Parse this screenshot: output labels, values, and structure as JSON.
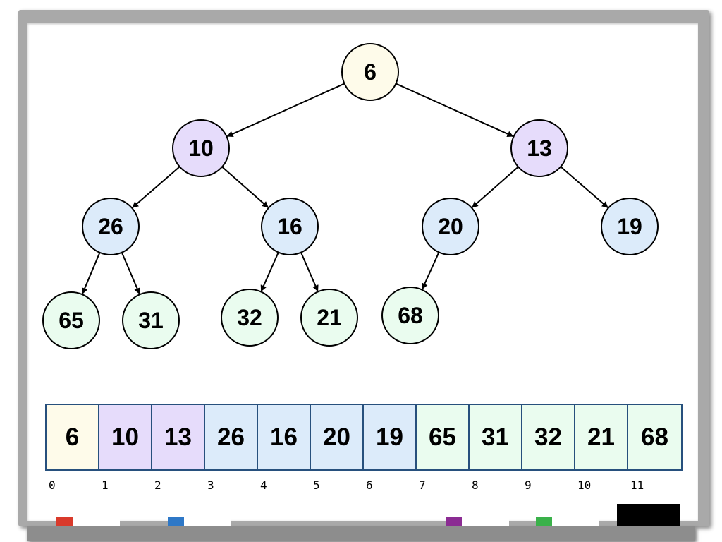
{
  "colors": {
    "root": "#fefbea",
    "level1": "#e6dcfb",
    "level2": "#dcebfa",
    "level3": "#eafcef",
    "node_stroke": "#000000",
    "array_border": "#27507d"
  },
  "tree": {
    "nodes": [
      {
        "id": 0,
        "value": "6",
        "level": 0
      },
      {
        "id": 1,
        "value": "10",
        "level": 1
      },
      {
        "id": 2,
        "value": "13",
        "level": 1
      },
      {
        "id": 3,
        "value": "26",
        "level": 2
      },
      {
        "id": 4,
        "value": "16",
        "level": 2
      },
      {
        "id": 5,
        "value": "20",
        "level": 2
      },
      {
        "id": 6,
        "value": "19",
        "level": 2
      },
      {
        "id": 7,
        "value": "65",
        "level": 3
      },
      {
        "id": 8,
        "value": "31",
        "level": 3
      },
      {
        "id": 9,
        "value": "32",
        "level": 3
      },
      {
        "id": 10,
        "value": "21",
        "level": 3
      },
      {
        "id": 11,
        "value": "68",
        "level": 3
      }
    ],
    "edges": [
      [
        0,
        1
      ],
      [
        0,
        2
      ],
      [
        1,
        3
      ],
      [
        1,
        4
      ],
      [
        2,
        5
      ],
      [
        2,
        6
      ],
      [
        3,
        7
      ],
      [
        3,
        8
      ],
      [
        4,
        9
      ],
      [
        4,
        10
      ],
      [
        5,
        11
      ]
    ]
  },
  "array": {
    "cells": [
      {
        "value": "6",
        "level": 0
      },
      {
        "value": "10",
        "level": 1
      },
      {
        "value": "13",
        "level": 1
      },
      {
        "value": "26",
        "level": 2
      },
      {
        "value": "16",
        "level": 2
      },
      {
        "value": "20",
        "level": 2
      },
      {
        "value": "19",
        "level": 2
      },
      {
        "value": "65",
        "level": 3
      },
      {
        "value": "31",
        "level": 3
      },
      {
        "value": "32",
        "level": 3
      },
      {
        "value": "21",
        "level": 3
      },
      {
        "value": "68",
        "level": 3
      }
    ],
    "indices": [
      "0",
      "1",
      "2",
      "3",
      "4",
      "5",
      "6",
      "7",
      "8",
      "9",
      "10",
      "11"
    ]
  },
  "markers": [
    {
      "color": "#d93a2b"
    },
    {
      "color": "#2e78c7"
    },
    {
      "color": "#8b2c93"
    },
    {
      "color": "#3ab14a"
    }
  ]
}
